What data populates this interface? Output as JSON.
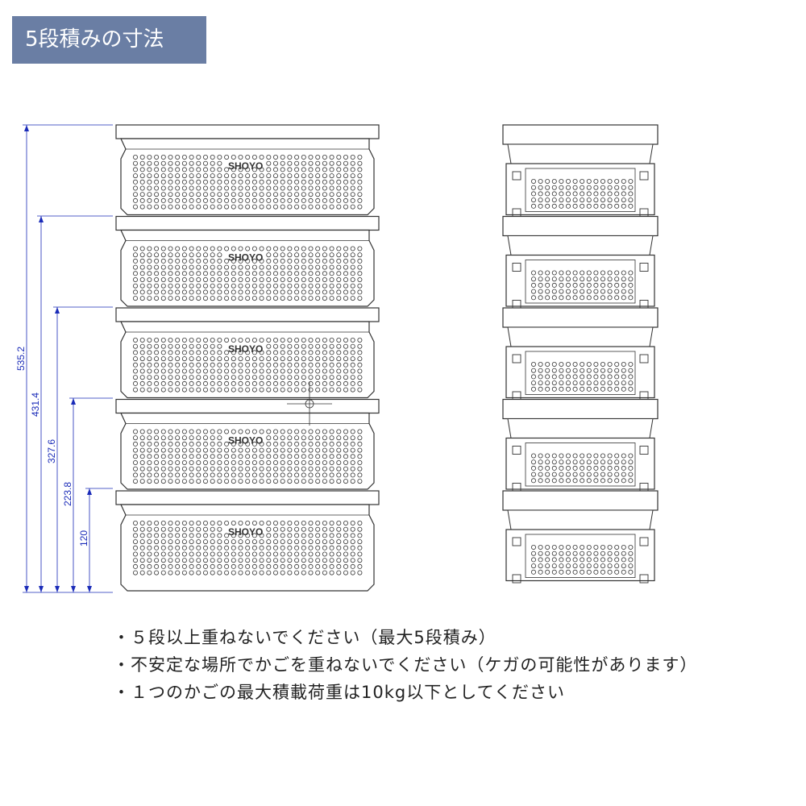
{
  "title": "5段積みの寸法",
  "diagram": {
    "brand": "SHOYO",
    "tiers": 5,
    "dimensions": [
      "535.2",
      "431.4",
      "327.6",
      "223.8",
      "120"
    ],
    "colors": {
      "dimension": "#1a2bb8",
      "outline": "#333333",
      "banner": "#6a7ea4"
    }
  },
  "notes": [
    "・５段以上重ねないでください（最大5段積み）",
    "・不安定な場所でかごを重ねないでください（ケガの可能性があります）",
    "・１つのかごの最大積載荷重は10kg以下としてください"
  ]
}
